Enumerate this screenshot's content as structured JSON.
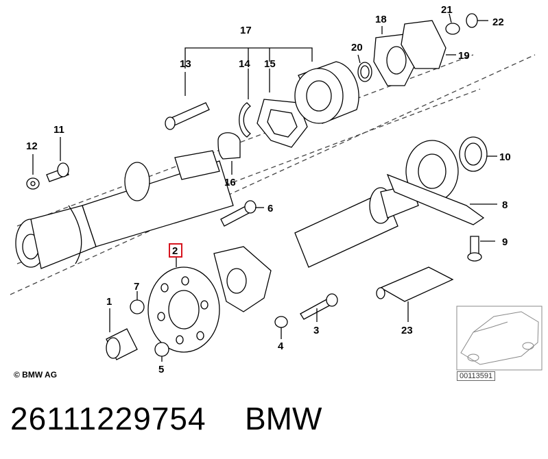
{
  "labels": {
    "l1": "1",
    "l2": "2",
    "l3": "3",
    "l4": "4",
    "l5": "5",
    "l6": "6",
    "l7": "7",
    "l8": "8",
    "l9": "9",
    "l10": "10",
    "l11": "11",
    "l12": "12",
    "l13": "13",
    "l14": "14",
    "l15": "15",
    "l16": "16",
    "l17": "17",
    "l18": "18",
    "l19": "19",
    "l20": "20",
    "l21": "21",
    "l22": "22",
    "l23": "23"
  },
  "highlight_label": "l2",
  "highlight_color": "#d6141e",
  "copyright": "© BMW AG",
  "reference_number": "00113591",
  "part_number": "26111229754",
  "brand": "BMW"
}
